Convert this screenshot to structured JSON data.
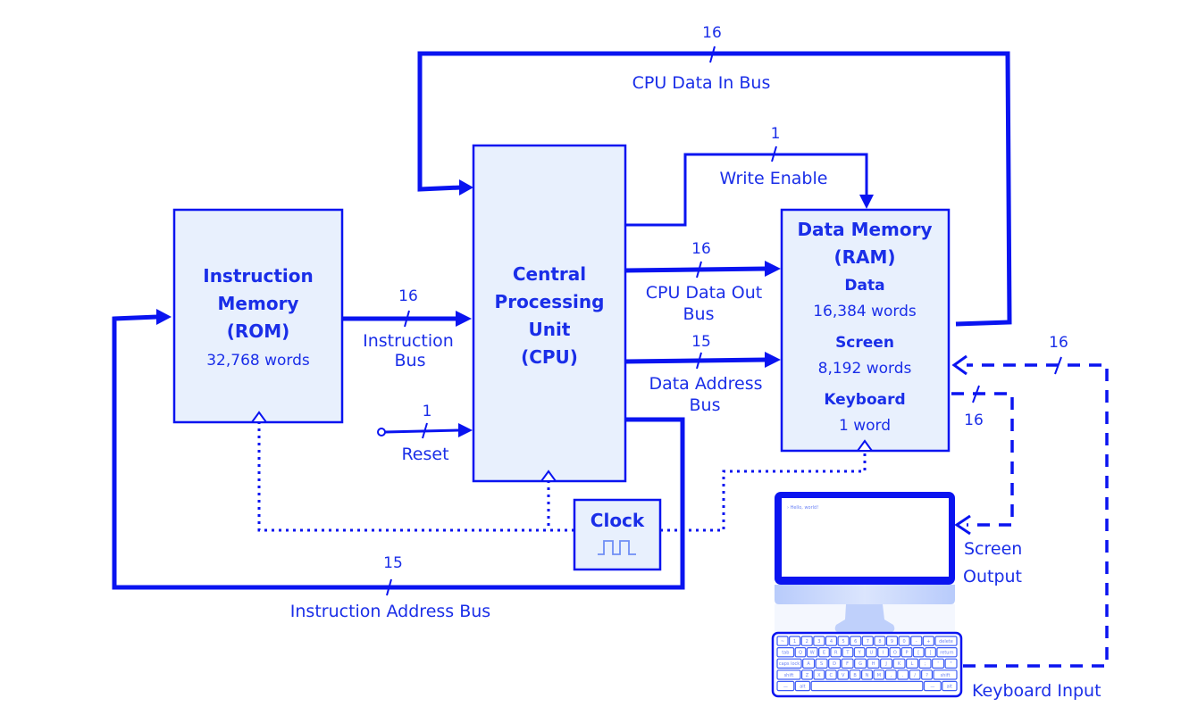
{
  "components": {
    "rom": {
      "title_lines": [
        "Instruction",
        "Memory",
        "(ROM)"
      ],
      "size": "32,768 words"
    },
    "cpu": {
      "title_lines": [
        "Central",
        "Processing",
        "Unit",
        "(CPU)"
      ]
    },
    "ram": {
      "title_lines": [
        "Data Memory",
        "(RAM)"
      ],
      "sections": [
        {
          "name": "Data",
          "size": "16,384 words"
        },
        {
          "name": "Screen",
          "size": "8,192 words"
        },
        {
          "name": "Keyboard",
          "size": "1 word"
        }
      ]
    },
    "clock": {
      "title": "Clock",
      "icon": "square-wave-icon"
    }
  },
  "buses": {
    "cpu_data_in": {
      "label": "CPU Data In Bus",
      "width": "16"
    },
    "write_enable": {
      "label": "Write Enable",
      "width": "1"
    },
    "cpu_data_out": {
      "label_lines": [
        "CPU Data Out",
        "Bus"
      ],
      "width": "16"
    },
    "data_address": {
      "label_lines": [
        "Data Address",
        "Bus"
      ],
      "width": "15"
    },
    "instruction": {
      "label_lines": [
        "Instruction",
        "Bus"
      ],
      "width": "16"
    },
    "reset": {
      "label": "Reset",
      "width": "1"
    },
    "instruction_address": {
      "label": "Instruction Address  Bus",
      "width": "15"
    },
    "screen_out": {
      "width": "16"
    },
    "keyboard_in": {
      "width": "16"
    }
  },
  "io": {
    "screen": {
      "label_lines": [
        "Screen",
        "Output"
      ],
      "screen_text": "› Hello, world!"
    },
    "keyboard": {
      "label": "Keyboard Input",
      "rows": [
        [
          "~",
          "1",
          "2",
          "3",
          "4",
          "5",
          "6",
          "7",
          "8",
          "9",
          "0",
          "-",
          "+",
          "delete"
        ],
        [
          "tab",
          "Q",
          "W",
          "E",
          "R",
          "T",
          "Y",
          "U",
          "I",
          "O",
          "P",
          "[",
          "]",
          "return"
        ],
        [
          "caps lock",
          "A",
          "S",
          "D",
          "F",
          "G",
          "H",
          "J",
          "K",
          "L",
          ";",
          "'",
          "\""
        ],
        [
          "shift",
          "Z",
          "X",
          "C",
          "V",
          "B",
          "N",
          "M",
          ",",
          ".",
          "/",
          "?",
          "shift"
        ],
        [
          "—",
          "alt",
          "",
          "—",
          "alt"
        ]
      ]
    }
  },
  "colors": {
    "accent": "#0a14f0",
    "box_fill": "#e8f0fd",
    "text": "#1a2ee8"
  }
}
